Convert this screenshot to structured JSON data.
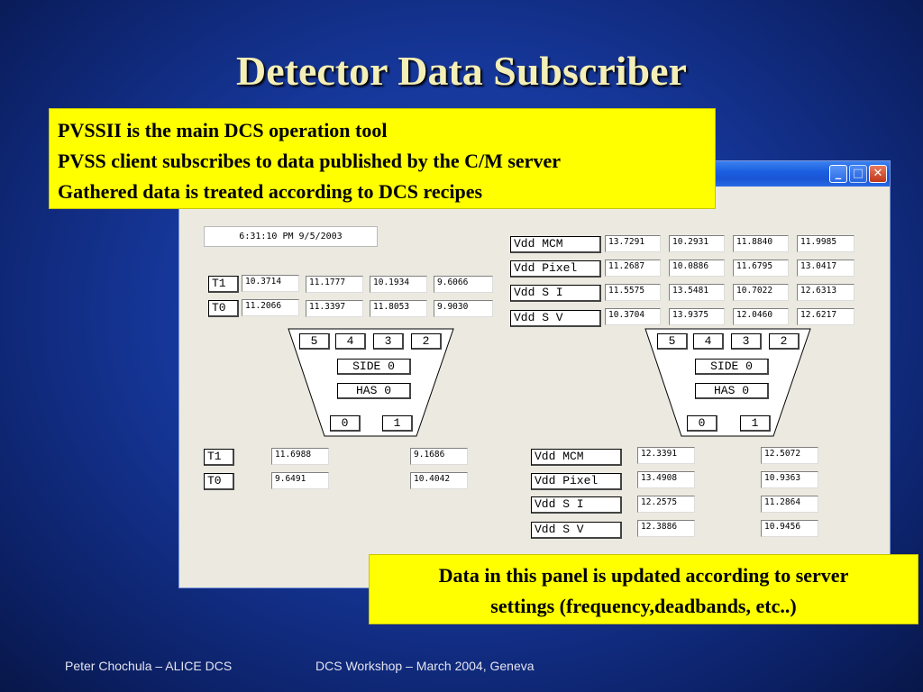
{
  "slide": {
    "title": "Detector Data Subscriber",
    "callout_top": [
      "PVSSII is the main DCS operation tool",
      "PVSS client subscribes to data published by the C/M server",
      "Gathered data is treated according to DCS recipes"
    ],
    "callout_bottom": [
      "Data in this panel is updated according to server",
      "settings (frequency,deadbands, etc..)"
    ],
    "footer_left": "Peter Chochula – ALICE DCS",
    "footer_right": "DCS Workshop – March 2004, Geneva"
  },
  "window": {
    "clock": "6:31:10 PM  9/5/2003",
    "controls": {
      "min": "_",
      "max": "□",
      "close": "✕"
    }
  },
  "panel": {
    "top_left": {
      "rows": [
        {
          "label": "T1",
          "values": [
            "10.3714",
            "11.1777",
            "10.1934",
            "9.6066"
          ]
        },
        {
          "label": "T0",
          "values": [
            "11.2066",
            "11.3397",
            "11.8053",
            "9.9030"
          ]
        }
      ]
    },
    "top_right": {
      "rows": [
        {
          "label": "Vdd MCM",
          "values": [
            "13.7291",
            "10.2931",
            "11.8840",
            "11.9985"
          ]
        },
        {
          "label": "Vdd Pixel",
          "values": [
            "11.2687",
            "10.0886",
            "11.6795",
            "13.0417"
          ]
        },
        {
          "label": "Vdd S I",
          "values": [
            "11.5575",
            "13.5481",
            "10.7022",
            "12.6313"
          ]
        },
        {
          "label": "Vdd S V",
          "values": [
            "10.3704",
            "13.9375",
            "12.0460",
            "12.6217"
          ]
        }
      ]
    },
    "bottom_left": {
      "rows": [
        {
          "label": "T1",
          "values": [
            "11.6988",
            "9.1686"
          ]
        },
        {
          "label": "T0",
          "values": [
            "9.6491",
            "10.4042"
          ]
        }
      ]
    },
    "bottom_right": {
      "rows": [
        {
          "label": "Vdd MCM",
          "values": [
            "12.3391",
            "12.5072"
          ]
        },
        {
          "label": "Vdd Pixel",
          "values": [
            "13.4908",
            "10.9363"
          ]
        },
        {
          "label": "Vdd S I",
          "values": [
            "12.2575",
            "11.2864"
          ]
        },
        {
          "label": "Vdd S V",
          "values": [
            "12.3886",
            "10.9456"
          ]
        }
      ]
    },
    "sector_left": {
      "top_buttons": [
        "5",
        "4",
        "3",
        "2"
      ],
      "side": "SIDE 0",
      "has": "HAS 0",
      "bottom_buttons": [
        "0",
        "1"
      ]
    },
    "sector_right": {
      "top_buttons": [
        "5",
        "4",
        "3",
        "2"
      ],
      "side": "SIDE 0",
      "has": "HAS 0",
      "bottom_buttons": [
        "0",
        "1"
      ]
    }
  },
  "colors": {
    "background": "#16379a",
    "title": "#f3efb6",
    "callout": "#ffff00",
    "titlebar": "#1b5fe0"
  }
}
